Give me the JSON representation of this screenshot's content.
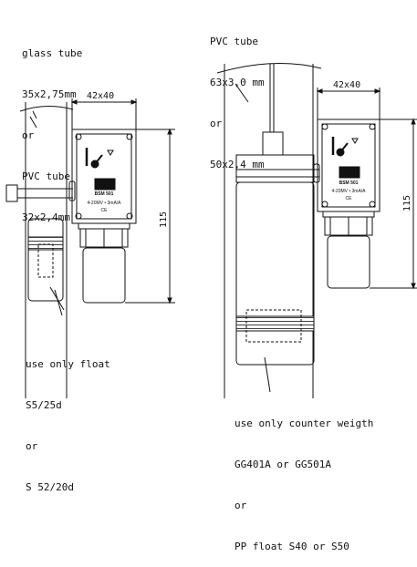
{
  "left": {
    "tube_lines": [
      "glass tube",
      "35x2,75mm",
      "or",
      "PVC tube",
      "32x2,4mm"
    ],
    "width_dim": "42x40",
    "height_dim": "115",
    "float_lines": [
      "use only float",
      "S5/25d",
      "or",
      "S 52/20d"
    ],
    "device": {
      "model": "BSM 501",
      "rating": "4-20MV • 3mA/A",
      "mark": "CE"
    }
  },
  "right": {
    "tube_lines": [
      "PVC tube",
      "63x3,0 mm",
      "or",
      "50x2,4 mm"
    ],
    "width_dim": "42x40",
    "height_dim": "115",
    "float_lines": [
      "use only counter weigth",
      "GG401A or GG501A",
      "or",
      "PP float S40 or S50"
    ],
    "device": {
      "model": "BSM 501",
      "rating": "4-20MV • 3mA/A",
      "mark": "CE"
    }
  }
}
